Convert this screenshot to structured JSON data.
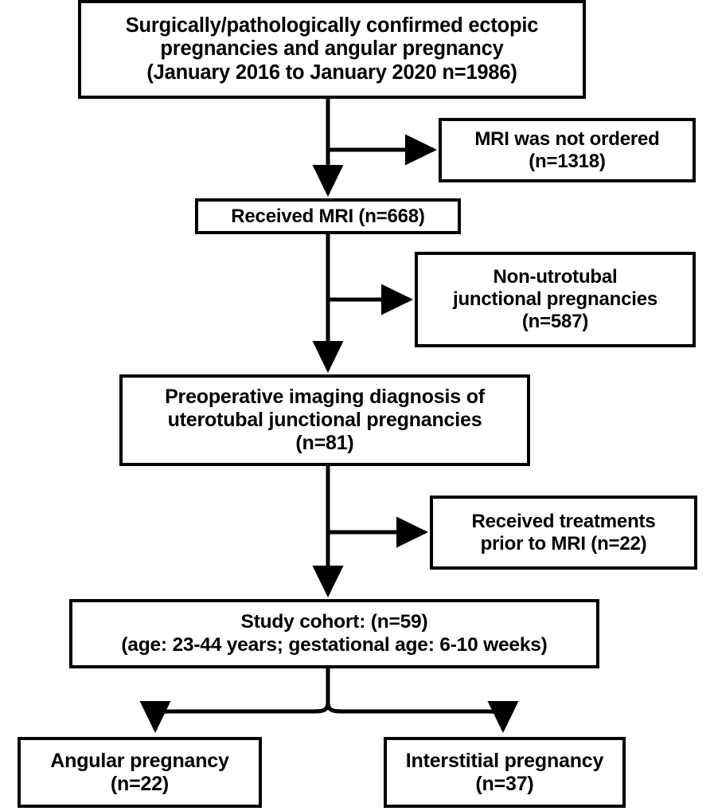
{
  "diagram": {
    "title": "Study population selection flowchart",
    "type": "flowchart",
    "stroke_color": "#000000",
    "background_color": "#ffffff",
    "nodes": {
      "source": {
        "label": "Surgically/pathologically confirmed ectopic\npregnancies and angular pregnancy\n(January 2016 to January 2020 n=1986)",
        "n": 1986
      },
      "no_mri": {
        "label": "MRI was not ordered\n(n=1318)",
        "n": 1318
      },
      "received_mri": {
        "label": "Received MRI (n=668)",
        "n": 668
      },
      "non_utj": {
        "label": "Non-utrotubal\njunctional pregnancies\n(n=587)",
        "n": 587
      },
      "preop": {
        "label": "Preoperative imaging diagnosis of\nuterotubal junctional pregnancies\n(n=81)",
        "n": 81
      },
      "pretreat": {
        "label": "Received treatments\nprior to MRI (n=22)",
        "n": 22
      },
      "cohort": {
        "label": "Study cohort: (n=59)\n(age: 23-44 years; gestational age: 6-10 weeks)",
        "n": 59
      },
      "angular": {
        "label": "Angular pregnancy\n(n=22)",
        "n": 22
      },
      "interstitial": {
        "label": "Interstitial pregnancy\n(n=37)",
        "n": 37
      }
    },
    "edges": [
      {
        "from": "source",
        "to": "received_mri",
        "kind": "vertical-arrow"
      },
      {
        "from": "source",
        "to": "no_mri",
        "kind": "branch-right-arrow"
      },
      {
        "from": "received_mri",
        "to": "preop",
        "kind": "vertical-arrow"
      },
      {
        "from": "received_mri",
        "to": "non_utj",
        "kind": "branch-right-arrow"
      },
      {
        "from": "preop",
        "to": "cohort",
        "kind": "vertical-arrow"
      },
      {
        "from": "preop",
        "to": "pretreat",
        "kind": "branch-right-arrow"
      },
      {
        "from": "cohort",
        "to": "angular",
        "kind": "fork-arrow"
      },
      {
        "from": "cohort",
        "to": "interstitial",
        "kind": "fork-arrow"
      }
    ]
  }
}
